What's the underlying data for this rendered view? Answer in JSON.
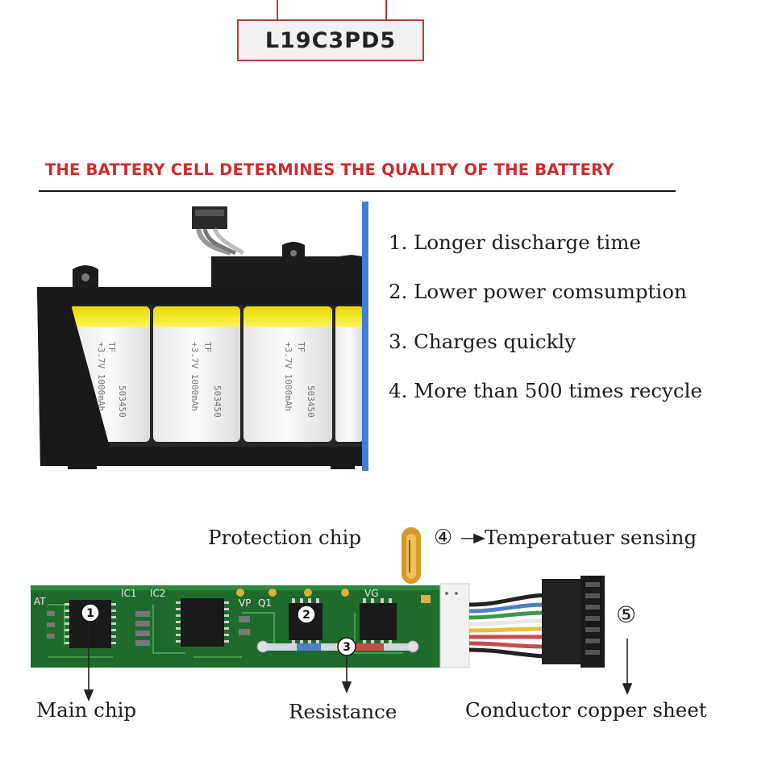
{
  "model": "L19C3PD5",
  "headline": "THE BATTERY CELL DETERMINES THE QUALITY OF THE BATTERY",
  "features": [
    "1. Longer discharge time",
    "2. Lower power comsumption",
    "3. Charges quickly",
    "4. More than 500 times recycle"
  ],
  "cell_labels": {
    "line1": "TF",
    "line2": "503450",
    "line3": "+3.7V 1000mAh"
  },
  "pcb_labels": {
    "ic1": "IC1",
    "ic2": "IC2",
    "vp": "VP",
    "q1": "Q1",
    "vg": "VG",
    "at": "AT"
  },
  "markers": {
    "m1": "1",
    "m2": "2",
    "m3": "3",
    "m4": "④",
    "m5": "⑤"
  },
  "callouts": {
    "protection_chip": "Protection chip",
    "temperature": "Temperatuer sensing",
    "main_chip": "Main chip",
    "resistance": "Resistance",
    "conductor": "Conductor copper sheet"
  },
  "colors": {
    "accent_red": "#d02a2a",
    "pcb_green": "#1f6b2c",
    "cell_yellow": "#f2e600",
    "divider_blue": "#3f7fd6"
  }
}
